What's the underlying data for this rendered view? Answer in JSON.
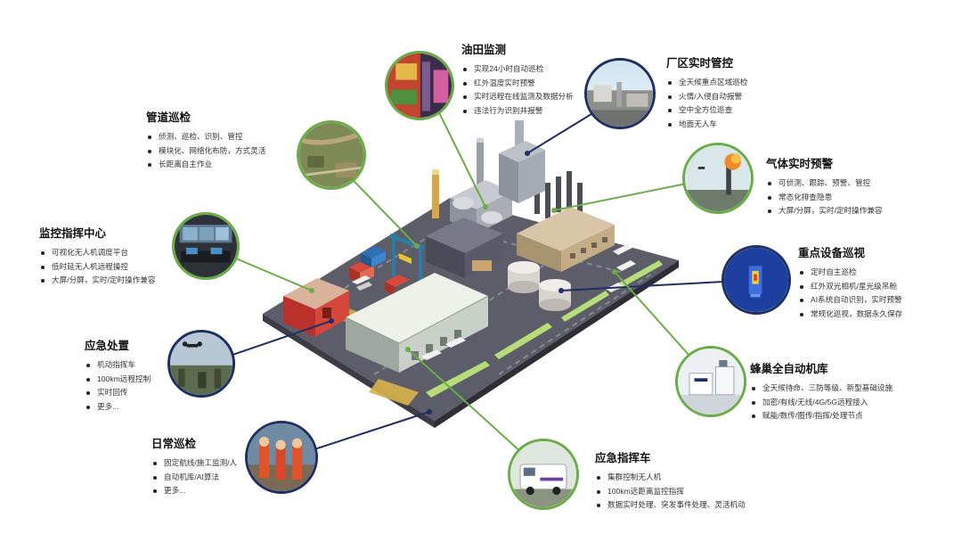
{
  "colors": {
    "green_ring": "#6aad48",
    "navy_ring": "#1f2f63",
    "ground": "#5b5b6a"
  },
  "sections": {
    "oilfield": {
      "title": "油田监测",
      "icon": "oilfield-photo-icon",
      "items": [
        "实现24小时自动巡检",
        "红外温度实时预警",
        "实时远程在线监测及数据分析",
        "违法行为识别并报警"
      ]
    },
    "factory": {
      "title": "厂区实时管控",
      "icon": "factory-aerial-photo-icon",
      "items": [
        "全天候重点区域巡检",
        "火情/入侵自动报警",
        "空中全方位巡查",
        "地面无人车"
      ]
    },
    "pipeline": {
      "title": "管道巡检",
      "icon": "pipeline-aerial-photo-icon",
      "items": [
        "侦测、巡检、识别、管控",
        "模块化、网络化布防，方式灵活",
        "长距离自主作业"
      ]
    },
    "gas": {
      "title": "气体实时预警",
      "icon": "gas-flare-photo-icon",
      "items": [
        "可侦测、跟踪、预警、管控",
        "常态化排查隐患",
        "大屏/分屏，实时/定时操作兼容"
      ]
    },
    "monitor": {
      "title": "监控指挥中心",
      "icon": "control-room-photo-icon",
      "items": [
        "可视化无人机调度平台",
        "低时延无人机远程操控",
        "大屏/分屏，实时/定时操作兼容"
      ]
    },
    "equipment": {
      "title": "重点设备巡视",
      "icon": "thermal-image-photo-icon",
      "items": [
        "定时自主巡检",
        "红外双光相机/星光级吊舱",
        "AI系统自动识别，实时预警",
        "常规化巡视，数据永久保存"
      ]
    },
    "emergency": {
      "title": "应急处置",
      "icon": "emergency-drone-photo-icon",
      "items": [
        "机动指挥车",
        "100km远程控制",
        "实时回传",
        "更多..."
      ]
    },
    "hive": {
      "title": "蜂巢全自动机库",
      "icon": "drone-hangar-photo-icon",
      "items": [
        "全天候待命、三防等级、新型基础设施",
        "加密/有线/无线/4G/5G远程接入",
        "赋能/数传/图传/指挥/处理节点"
      ]
    },
    "daily": {
      "title": "日常巡检",
      "icon": "workers-inspection-photo-icon",
      "items": [
        "固定航线/施工监测/人",
        "自动机库/AI算法",
        "更多..."
      ]
    },
    "vehicle": {
      "title": "应急指挥车",
      "icon": "command-van-photo-icon",
      "items": [
        "集群控制无人机",
        "100km远距离监控指挥",
        "数据实时处理、突发事件处理、灵活机动"
      ]
    }
  }
}
